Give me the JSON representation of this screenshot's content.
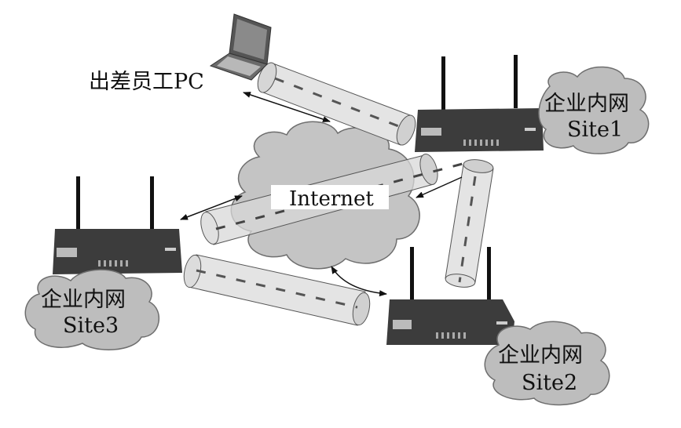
{
  "labels": {
    "traveling_pc": "出差员工PC",
    "internet": "Internet",
    "site1_cn": "企业内网",
    "site1_name": "Site1",
    "site2_cn": "企业内网",
    "site2_name": "Site2",
    "site3_cn": "企业内网",
    "site3_name": "Site3"
  },
  "colors": {
    "cloud_fill": "#bdbdbd",
    "cloud_stroke": "#6e6e6e",
    "tunnel_fill": "#e2e2e2",
    "router_body": "#3c3c3c",
    "arrow": "#111111"
  }
}
